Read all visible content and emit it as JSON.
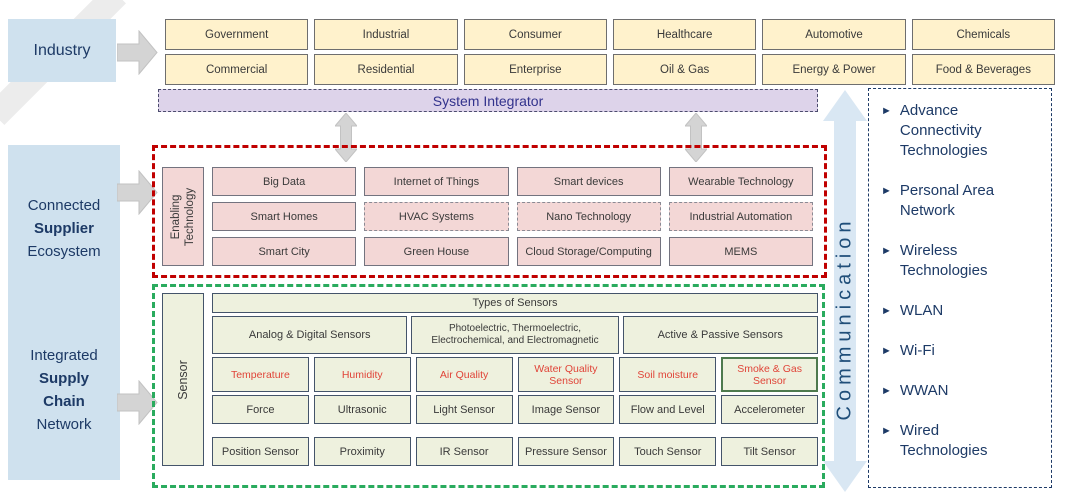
{
  "left_panel": {
    "industry": "Industry",
    "supplier_ecosystem": {
      "lines": [
        {
          "text": "Connected",
          "bold": false
        },
        {
          "text": "Supplier",
          "bold": true
        },
        {
          "text": "Ecosystem",
          "bold": false
        }
      ]
    },
    "supply_chain": {
      "lines": [
        {
          "text": "Integrated",
          "bold": false
        },
        {
          "text": "Supply",
          "bold": true
        },
        {
          "text": "Chain",
          "bold": true
        },
        {
          "text": "Network",
          "bold": false
        }
      ]
    }
  },
  "industries": [
    "Government",
    "Industrial",
    "Consumer",
    "Healthcare",
    "Automotive",
    "Chemicals",
    "Commercial",
    "Residential",
    "Enterprise",
    "Oil & Gas",
    "Energy & Power",
    "Food & Beverages"
  ],
  "system_integrator": "System Integrator",
  "enabling_technology": {
    "label": "Enabling Technology",
    "boxes": [
      {
        "label": "Big Data",
        "dashed": false
      },
      {
        "label": "Internet of Things",
        "dashed": false
      },
      {
        "label": "Smart devices",
        "dashed": false
      },
      {
        "label": "Wearable Technology",
        "dashed": false
      },
      {
        "label": "Smart Homes",
        "dashed": false
      },
      {
        "label": "HVAC Systems",
        "dashed": true
      },
      {
        "label": "Nano Technology",
        "dashed": true
      },
      {
        "label": "Industrial Automation",
        "dashed": true
      },
      {
        "label": "Smart City",
        "dashed": false
      },
      {
        "label": "Green House",
        "dashed": false
      },
      {
        "label": "Cloud Storage/Computing",
        "dashed": false
      },
      {
        "label": "MEMS",
        "dashed": false
      }
    ]
  },
  "sensors": {
    "label": "Sensor",
    "header": "Types of Sensors",
    "categories": [
      "Analog & Digital Sensors",
      "Photoelectric, Thermoelectric, Electrochemical, and Electromagnetic",
      "Active & Passive Sensors"
    ],
    "highlighted": [
      "Temperature",
      "Humidity",
      "Air Quality",
      "Water Quality Sensor",
      "Soil moisture",
      "Smoke & Gas Sensor"
    ],
    "row2": [
      "Force",
      "Ultrasonic",
      "Light Sensor",
      "Image Sensor",
      "Flow and Level",
      "Accelerometer"
    ],
    "row3": [
      "Position Sensor",
      "Proximity",
      "IR Sensor",
      "Pressure Sensor",
      "Touch Sensor",
      "Tilt Sensor"
    ]
  },
  "communication": "Communication",
  "connectivity": [
    "Advance Connectivity Technologies",
    "Personal Area Network",
    "Wireless Technologies",
    "WLAN",
    "Wi-Fi",
    "WWAN",
    "Wired Technologies"
  ],
  "icons": {
    "bullet": "►"
  },
  "colors": {
    "industry_fill": "#fff2cc",
    "panel_blue": "#cfe1ee",
    "navy_text": "#1d3a66",
    "integrator_fill": "#ddd3ea",
    "integrator_text": "#32328c",
    "enabling_fill": "#f3d7d6",
    "enabling_frame": "#c00000",
    "sensor_fill": "#eef1de",
    "sensor_frame": "#2aab5e",
    "sensor_red_text": "#e04438",
    "arrow_gray": "#d4d4d4",
    "communication_blue": "#d9e7f3"
  }
}
